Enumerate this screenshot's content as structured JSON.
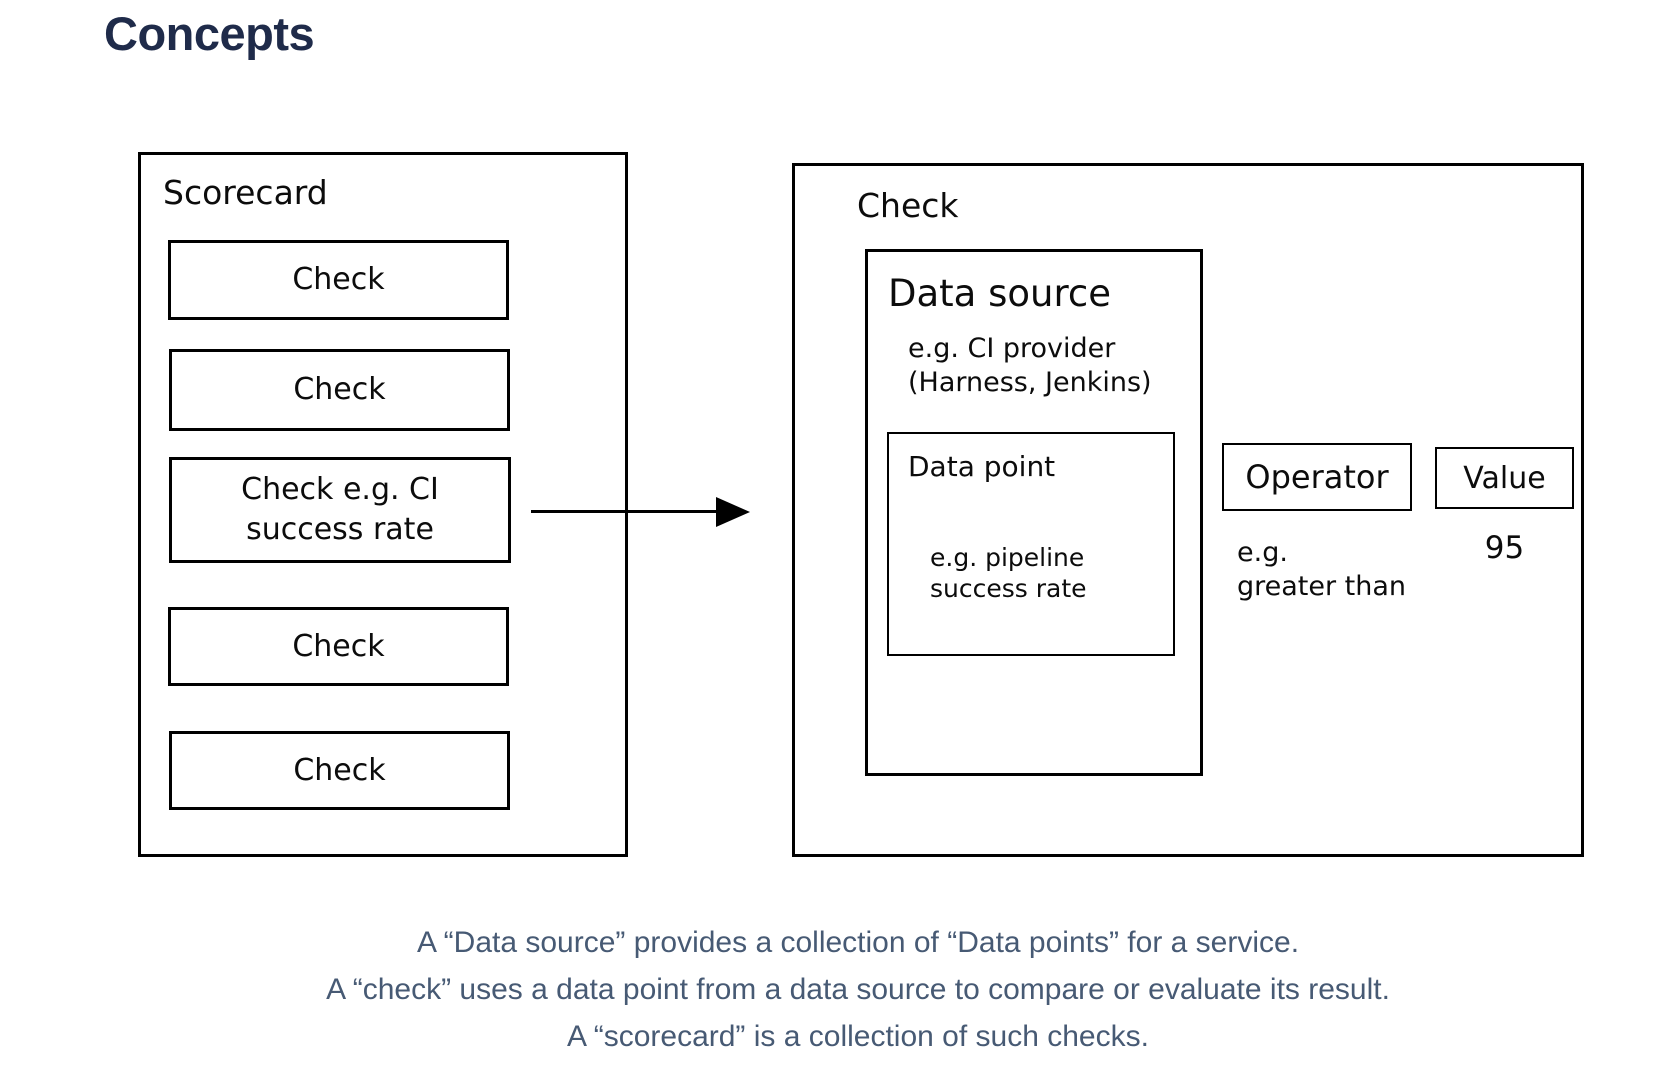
{
  "page": {
    "title": "Concepts"
  },
  "colors": {
    "heading": "#1f2b4a",
    "caption": "#475a74",
    "stroke": "#000000",
    "background": "#ffffff"
  },
  "diagram": {
    "scorecard": {
      "label": "Scorecard",
      "checks": [
        "Check",
        "Check",
        "Check e.g. CI success rate",
        "Check",
        "Check"
      ]
    },
    "arrow": {
      "direction": "right"
    },
    "check_detail": {
      "label": "Check",
      "data_source": {
        "label": "Data source",
        "example_lines": [
          "e.g. CI provider",
          "(Harness, Jenkins)"
        ],
        "data_point": {
          "label": "Data point",
          "example_lines": [
            "e.g. pipeline",
            "success rate"
          ]
        }
      },
      "operator": {
        "label": "Operator",
        "example_lines": [
          "e.g.",
          "greater than"
        ]
      },
      "value": {
        "label": "Value",
        "example": "95"
      }
    }
  },
  "caption": {
    "lines": [
      "A “Data source” provides a collection of “Data points” for a service.",
      "A “check” uses a data point from a data source to compare or evaluate its result.",
      "A “scorecard” is a collection of such checks."
    ]
  }
}
